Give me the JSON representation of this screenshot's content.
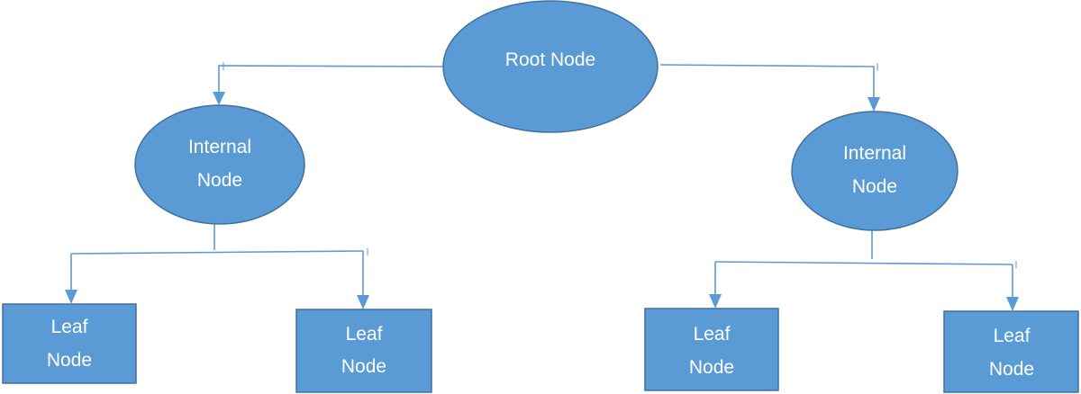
{
  "diagram": {
    "type": "tree",
    "node_fill": "#5b9bd5",
    "node_stroke": "#41719c",
    "text_color": "#ffffff",
    "connector_color": "#5b9bd5",
    "nodes": {
      "root": {
        "shape": "ellipse",
        "lines": [
          "Root Node"
        ]
      },
      "internal_left": {
        "shape": "ellipse",
        "lines": [
          "Internal",
          "Node"
        ]
      },
      "internal_right": {
        "shape": "ellipse",
        "lines": [
          "Internal",
          "Node"
        ]
      },
      "leaf_1": {
        "shape": "rectangle",
        "lines": [
          "Leaf",
          "Node"
        ]
      },
      "leaf_2": {
        "shape": "rectangle",
        "lines": [
          "Leaf",
          "Node"
        ]
      },
      "leaf_3": {
        "shape": "rectangle",
        "lines": [
          "Leaf",
          "Node"
        ]
      },
      "leaf_4": {
        "shape": "rectangle",
        "lines": [
          "Leaf",
          "Node"
        ]
      }
    },
    "edges": [
      {
        "from": "root",
        "to": "internal_left"
      },
      {
        "from": "root",
        "to": "internal_right"
      },
      {
        "from": "internal_left",
        "to": "leaf_1"
      },
      {
        "from": "internal_left",
        "to": "leaf_2"
      },
      {
        "from": "internal_right",
        "to": "leaf_3"
      },
      {
        "from": "internal_right",
        "to": "leaf_4"
      }
    ]
  }
}
